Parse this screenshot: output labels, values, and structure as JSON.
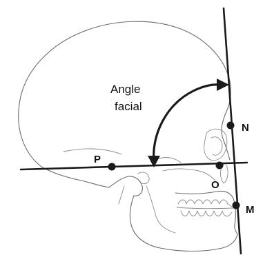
{
  "annotation": {
    "line1": "Angle",
    "line2": "facial"
  },
  "points": {
    "N": "N",
    "P": "P",
    "O": "O",
    "M": "M"
  },
  "colors": {
    "ink": "#1a1a1a",
    "skull_outline": "#6b6b6b"
  }
}
